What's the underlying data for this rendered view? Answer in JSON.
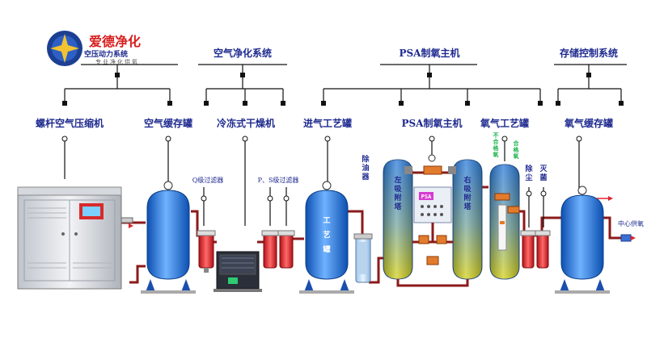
{
  "logo": {
    "brand": "爱德净化",
    "tagline": "专业净化供氧",
    "overlay_text": "空压动力系统"
  },
  "groups": {
    "air_purify": "空气净化系统",
    "psa_main": "PSA制氧主机",
    "storage_ctrl": "存储控制系统"
  },
  "components": {
    "compressor": "螺杆空气压缩机",
    "air_tank": "空气缓存罐",
    "dryer": "冷冻式干燥机",
    "process_tank": "进气工艺罐",
    "psa_unit": "PSA制氧主机",
    "oxygen_process_tank": "氧气工艺罐",
    "oxygen_buffer_tank": "氧气缓存罐"
  },
  "small_labels": {
    "q_filter": "Q级过滤器",
    "ps_filter": "P、S级过滤器",
    "center_supply": "中心供氧"
  },
  "vertical_labels": {
    "oil_removal": "除油器",
    "left_tower": "左吸附塔",
    "right_tower": "右吸附塔",
    "process_tank_body": "工艺罐",
    "dust_removal": "除尘",
    "sterilize": "灭菌",
    "unqualified_gas": "不合格氧",
    "qualified_gas": "合格氧"
  },
  "panel": {
    "display": "PSA"
  },
  "colors": {
    "label_blue": "#1e2a8f",
    "pipe_red": "#8b1a1a",
    "tank_blue": "#1a6fd6",
    "filter_red": "#e0242a",
    "logo_red": "#d81e1e"
  }
}
